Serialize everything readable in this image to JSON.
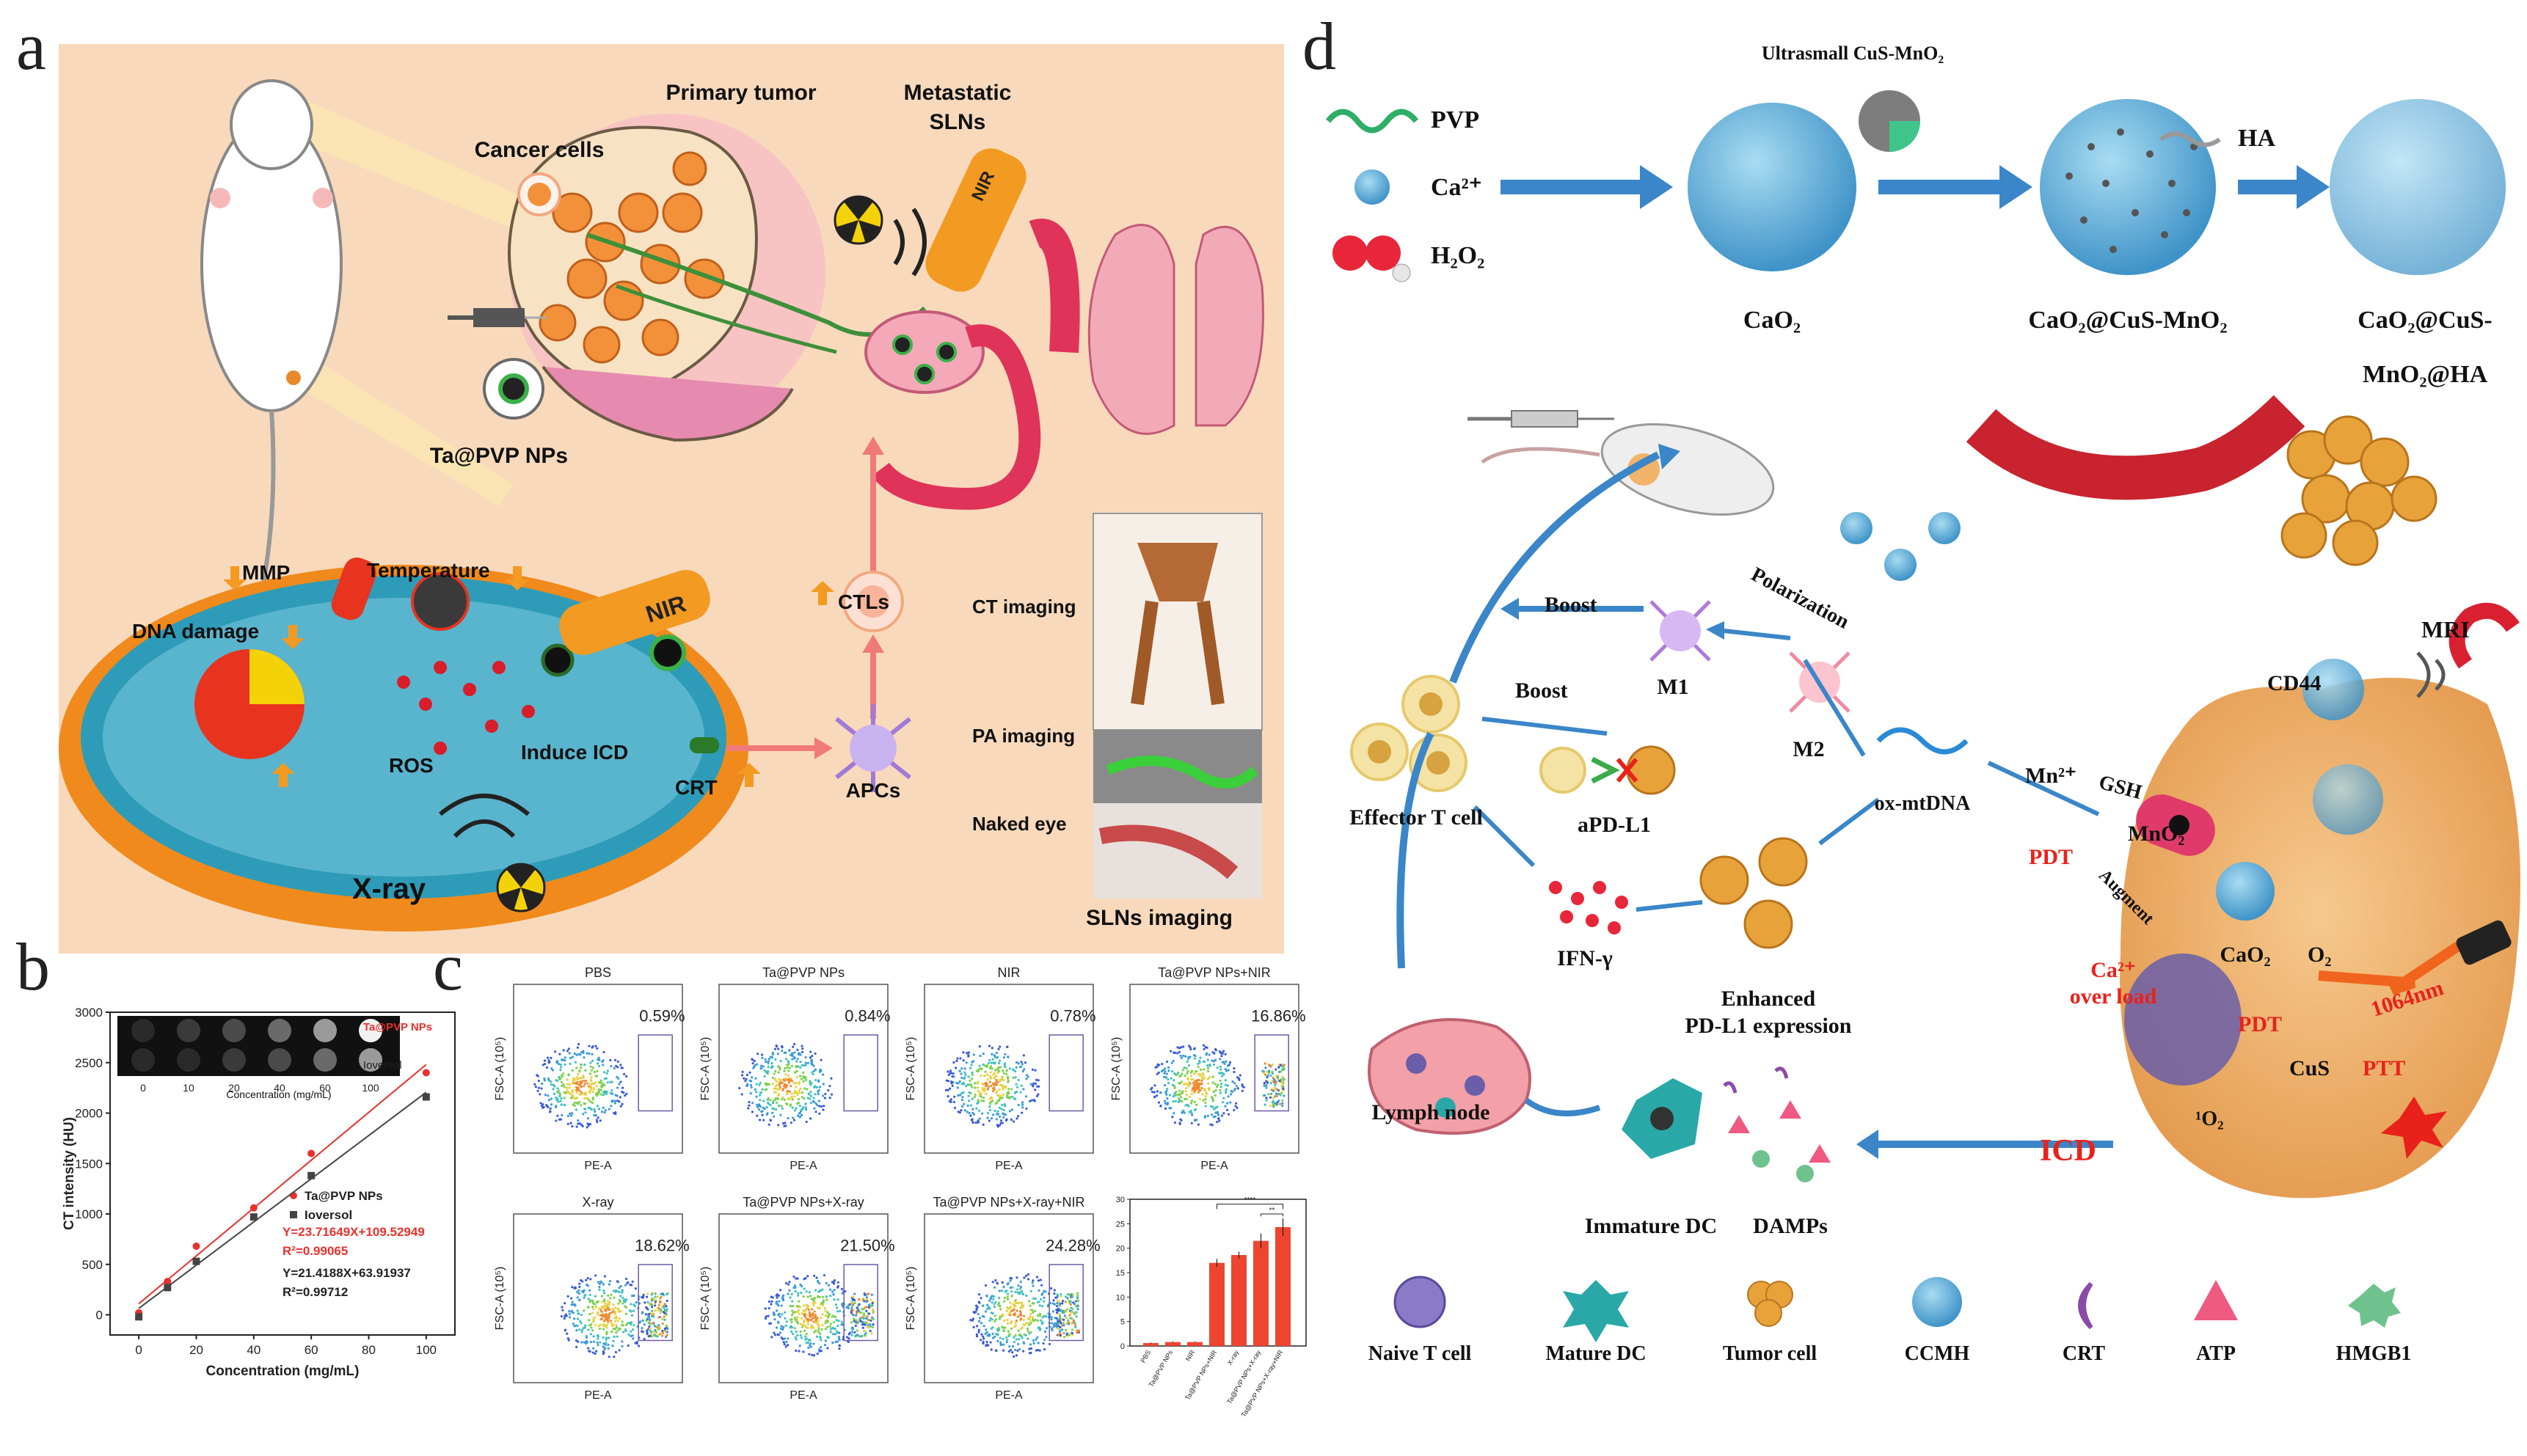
{
  "panels": {
    "a": "a",
    "b": "b",
    "c": "c",
    "d": "d"
  },
  "panel_a": {
    "primary_tumor": "Primary tumor",
    "metastatic_sln_1": "Metastatic",
    "metastatic_sln_2": "SLNs",
    "cancer_cells": "Cancer cells",
    "ta_pvp_nps": "Ta@PVP NPs",
    "nir_top": "NIR",
    "nir_cell": "NIR",
    "mmp": "MMP",
    "temperature": "Temperature",
    "dna_damage": "DNA damage",
    "ros": "ROS",
    "induce_icd": "Induce ICD",
    "xray": "X-ray",
    "crt": "CRT",
    "apcs": "APCs",
    "ctls": "CTLs",
    "ct_imaging": "CT imaging",
    "pa_imaging": "PA imaging",
    "naked_eye": "Naked eye",
    "slns_imaging": "SLNs imaging",
    "colors": {
      "panel_bg": "#f8d9bc",
      "cell_ring": "#f08a1c",
      "cell_fluid": "#2e9cb8",
      "vessel": "#e0335a",
      "tumor": "#f3913a"
    }
  },
  "panel_b": {
    "inset_tick_labels": [
      "0",
      "10",
      "20",
      "40",
      "60",
      "100"
    ],
    "inset_xlabel": "Concentration (mg/mL)",
    "inset_label_1": "Ta@PVP NPs",
    "inset_label_2": "Ioversol",
    "eq1": "Y=23.71649X+109.52949",
    "r2_1": "R²=0.99065",
    "eq2": "Y=21.4188X+63.91937",
    "r2_2": "R²=0.99712",
    "colors": {
      "ta": "#e8312d",
      "ioversol": "#444444"
    }
  },
  "chart_data": [
    {
      "type": "scatter",
      "xlabel": "Concentration (mg/mL)",
      "ylabel": "CT intensity (HU)",
      "xlim": [
        -10,
        110
      ],
      "ylim": [
        -200,
        3000
      ],
      "xticks": [
        "0",
        "20",
        "40",
        "60",
        "80",
        "100"
      ],
      "yticks": [
        "0",
        "500",
        "1000",
        "1500",
        "2000",
        "2500",
        "3000"
      ],
      "legend_position": "center-right",
      "series": [
        {
          "name": "Ta@PVP NPs",
          "x": [
            0,
            10,
            20,
            40,
            60,
            100
          ],
          "y": [
            20,
            330,
            680,
            1060,
            1600,
            2400
          ],
          "color": "#e8312d",
          "fit": [
            23.71649,
            109.52949
          ]
        },
        {
          "name": "Ioversol",
          "x": [
            0,
            10,
            20,
            40,
            60,
            100
          ],
          "y": [
            -20,
            270,
            530,
            970,
            1380,
            2160
          ],
          "color": "#444444",
          "fit": [
            21.4188,
            63.91937
          ]
        }
      ]
    },
    {
      "type": "scatter",
      "xlabel": "PE-A",
      "ylabel": "FSC-A (10⁵)",
      "panels": [
        {
          "title": "PBS",
          "gate_percent": "0.59%"
        },
        {
          "title": "Ta@PVP NPs",
          "gate_percent": "0.84%"
        },
        {
          "title": "NIR",
          "gate_percent": "0.78%"
        },
        {
          "title": "Ta@PVP NPs+NIR",
          "gate_percent": "16.86%"
        },
        {
          "title": "X-ray",
          "gate_percent": "18.62%"
        },
        {
          "title": "Ta@PVP NPs+X-ray",
          "gate_percent": "21.50%"
        },
        {
          "title": "Ta@PVP NPs+X-ray+NIR",
          "gate_percent": "24.28%"
        }
      ]
    },
    {
      "type": "bar",
      "categories": [
        "PBS",
        "Ta@PVP NPs",
        "NIR",
        "Ta@PVP NPs+NIR",
        "X-ray",
        "Ta@PVP NPs+X-ray",
        "Ta@PVP NPs+X-ray+NIR"
      ],
      "values": [
        0.6,
        0.8,
        0.8,
        17,
        18.6,
        21.5,
        24.3
      ],
      "errors": [
        0.1,
        0.1,
        0.1,
        0.8,
        0.7,
        1.5,
        1.8
      ],
      "ylim": [
        0,
        30
      ],
      "yticks": [
        "0",
        "5",
        "10",
        "15",
        "20",
        "25",
        "30"
      ],
      "significance": [
        "****",
        "**"
      ],
      "color": "#ee4530"
    }
  ],
  "panel_d": {
    "ultrasmall": "Ultrasmall CuS-MnO₂",
    "pvp": "PVP",
    "ca": "Ca²⁺",
    "h2o2": "H₂O₂",
    "ha": "HA",
    "cao2": "CaO₂",
    "cao2_cus": "CaO₂@CuS-MnO₂",
    "final_1": "CaO₂@CuS-",
    "final_2": "MnO₂@HA",
    "boost1": "Boost",
    "boost2": "Boost",
    "polarization": "Polarization",
    "m1": "M1",
    "m2": "M2",
    "effector": "Effector T cell",
    "apdl1": "aPD-L1",
    "oxmtdna": "ox-mtDNA",
    "ifn": "IFN-γ",
    "enhanced_1": "Enhanced",
    "enhanced_2": "PD-L1 expression",
    "lymph": "Lymph node",
    "immature": "Immature DC",
    "damps": "DAMPs",
    "cd44": "CD44",
    "mri": "MRI",
    "mn2": "Mn²⁺",
    "gsh": "GSH",
    "mno2": "MnO₂",
    "pdt1": "PDT",
    "augment": "Augment",
    "ca_overload_1": "Ca²⁺",
    "ca_overload_2": "over load",
    "cao2_cell": "CaO₂",
    "o2": "O₂",
    "pdt2": "PDT",
    "cus": "CuS",
    "ptt": "PTT",
    "nm": "1064nm",
    "singlet_o2": "¹O₂",
    "icd": "ICD",
    "legend": [
      "Naive T cell",
      "Mature DC",
      "Tumor cell",
      "CCMH",
      "CRT",
      "ATP",
      "HMGB1"
    ],
    "colors": {
      "arrow_blue": "#3a86c8",
      "cell": "#f2b36a",
      "red_text": "#e8221b",
      "sphere": "#5fb4dc"
    }
  }
}
